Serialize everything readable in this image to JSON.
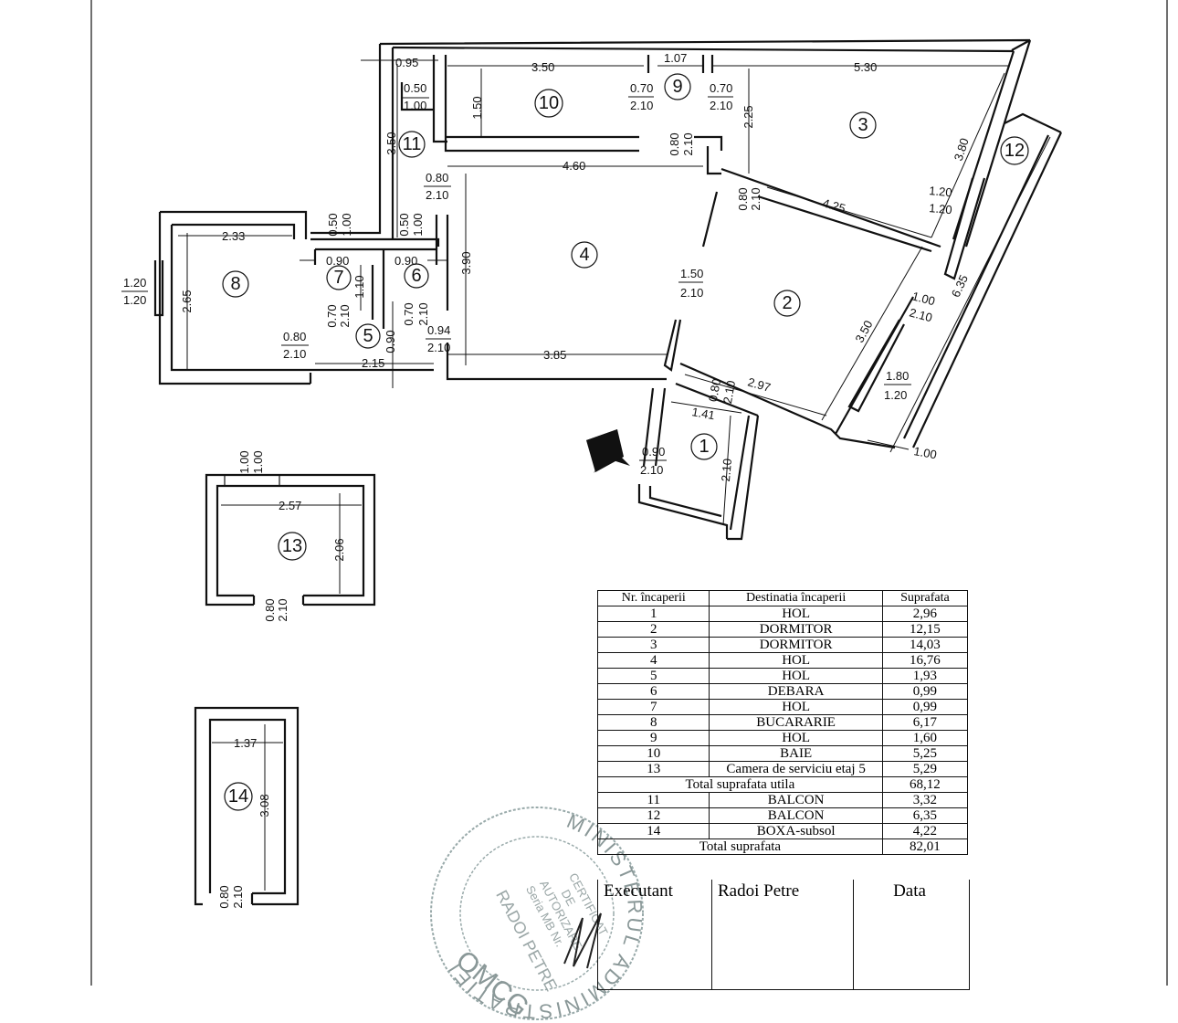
{
  "rooms": [
    "1",
    "2",
    "3",
    "4",
    "5",
    "6",
    "7",
    "8",
    "9",
    "10",
    "11",
    "12",
    "13",
    "14"
  ],
  "dimensions": {
    "d095": "0.95",
    "d350": "3.50",
    "d107": "1.07",
    "d530": "5.30",
    "w050_100": [
      "0.50",
      "1.00"
    ],
    "d150": "1.50",
    "d070_210a": [
      "0.70",
      "2.10"
    ],
    "d070_210b": [
      "0.70",
      "2.10"
    ],
    "d225": "2.25",
    "d380": "3.80",
    "d350v": "3.50",
    "d080_210a": [
      "0.80",
      "2.10"
    ],
    "d460": "4.60",
    "d080_210b": [
      "0.80",
      "2.10"
    ],
    "d080_210c": [
      "0.80",
      "2.10"
    ],
    "d425": "4.25",
    "d120_120a": [
      "1.20",
      "1.20"
    ],
    "d233": "2.33",
    "d050_100a": [
      "0.50",
      "1.00"
    ],
    "d050_100b": [
      "0.50",
      "1.00"
    ],
    "d090a": "0.90",
    "d090b": "0.90",
    "d390": "3.90",
    "d120_120b": [
      "1.20",
      "1.20"
    ],
    "d265": "2.65",
    "d110": "1.10",
    "d150_210": [
      "1.50",
      "2.10"
    ],
    "d635": "6.35",
    "d100_210": [
      "1.00",
      "2.10"
    ],
    "d070_210c": [
      "0.70",
      "2.10"
    ],
    "d070_210d": [
      "0.70",
      "2.10"
    ],
    "d090c": "0.90",
    "d094_210": [
      "0.94",
      "2.10"
    ],
    "d080_210d": [
      "0.80",
      "2.10"
    ],
    "d215": "2.15",
    "d385": "3.85",
    "d350b": "3.50",
    "d180_120": [
      "1.80",
      "1.20"
    ],
    "d080_210e": [
      "0.80",
      "2.10"
    ],
    "d297": "2.97",
    "d141": "1.41",
    "d100": "1.00",
    "d090_210": [
      "0.90",
      "2.10"
    ],
    "d210": "2.10",
    "d100_100": [
      "1.00",
      "1.00"
    ],
    "d257": "2.57",
    "d206": "2.06",
    "d080_210f": [
      "0.80",
      "2.10"
    ],
    "d137": "1.37",
    "d308": "3.08",
    "d080_210g": [
      "0.80",
      "2.10"
    ]
  },
  "table": {
    "headers": [
      "Nr. încaperii",
      "Destinatia încaperii",
      "Suprafata"
    ],
    "rows": [
      [
        "1",
        "HOL",
        "2,96"
      ],
      [
        "2",
        "DORMITOR",
        "12,15"
      ],
      [
        "3",
        "DORMITOR",
        "14,03"
      ],
      [
        "4",
        "HOL",
        "16,76"
      ],
      [
        "5",
        "HOL",
        "1,93"
      ],
      [
        "6",
        "DEBARA",
        "0,99"
      ],
      [
        "7",
        "HOL",
        "0,99"
      ],
      [
        "8",
        "BUCARARIE",
        "6,17"
      ],
      [
        "9",
        "HOL",
        "1,60"
      ],
      [
        "10",
        "BAIE",
        "5,25"
      ],
      [
        "13",
        "Camera de serviciu etaj 5",
        "5,29"
      ]
    ],
    "total_utila_label": "Total suprafata utila",
    "total_utila_value": "68,12",
    "rows2": [
      [
        "11",
        "BALCON",
        "3,32"
      ],
      [
        "12",
        "BALCON",
        "6,35"
      ],
      [
        "14",
        "BOXA-subsol",
        "4,22"
      ]
    ],
    "total_label": "Total suprafata",
    "total_value": "82,01"
  },
  "signature": {
    "executant_label": "Executant",
    "executant_name": "Radoi Petre",
    "data_label": "Data"
  },
  "stamp": {
    "ring_text": "MINISTERUL ADMINISTRATIEI",
    "line1": "CERTIFICAT",
    "line2": "DE",
    "line3": "AUTORIZARE",
    "line4": "Seria MB Nr.",
    "line5": "RADOI PETRE",
    "bottom": "OMCG"
  }
}
